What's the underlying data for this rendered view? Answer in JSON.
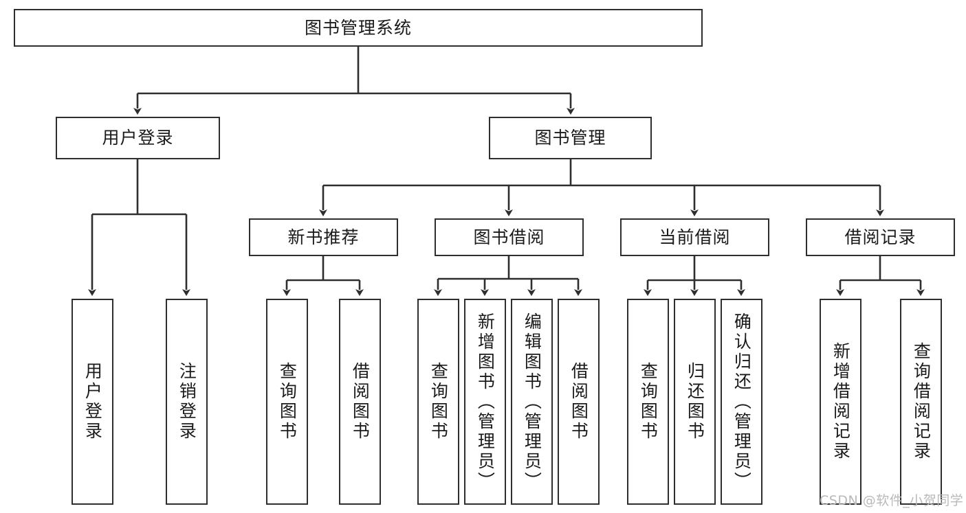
{
  "diagram": {
    "type": "tree",
    "title": "图书管理系统",
    "orientation": "top-down",
    "colors": {
      "box_border": "#2e2e2e",
      "box_fill": "#ffffff",
      "connector": "#2e2e2e",
      "text": "#1a1a1a",
      "watermark": "#b9b9b9"
    },
    "root": {
      "id": "root",
      "label": "图书管理系统"
    },
    "level2": [
      {
        "id": "user-login",
        "label": "用户登录"
      },
      {
        "id": "book-manage",
        "label": "图书管理"
      }
    ],
    "level3": [
      {
        "id": "new-book-rec",
        "label": "新书推荐",
        "parent": "book-manage"
      },
      {
        "id": "book-borrow",
        "label": "图书借阅",
        "parent": "book-manage"
      },
      {
        "id": "current-borrow",
        "label": "当前借阅",
        "parent": "book-manage"
      },
      {
        "id": "borrow-record",
        "label": "借阅记录",
        "parent": "book-manage"
      }
    ],
    "leaves": [
      {
        "id": "leaf-user-login",
        "label": "用户登录",
        "parent": "user-login"
      },
      {
        "id": "leaf-logout",
        "label": "注销登录",
        "parent": "user-login"
      },
      {
        "id": "leaf-query-book-1",
        "label": "查询图书",
        "parent": "new-book-rec"
      },
      {
        "id": "leaf-borrow-book-1",
        "label": "借阅图书",
        "parent": "new-book-rec"
      },
      {
        "id": "leaf-query-book-2",
        "label": "查询图书",
        "parent": "book-borrow"
      },
      {
        "id": "leaf-add-book",
        "label": "新增图书（管理员）",
        "parent": "book-borrow"
      },
      {
        "id": "leaf-edit-book",
        "label": "编辑图书（管理员）",
        "parent": "book-borrow"
      },
      {
        "id": "leaf-borrow-book-2",
        "label": "借阅图书",
        "parent": "book-borrow"
      },
      {
        "id": "leaf-query-book-3",
        "label": "查询图书",
        "parent": "current-borrow"
      },
      {
        "id": "leaf-return-book",
        "label": "归还图书",
        "parent": "current-borrow"
      },
      {
        "id": "leaf-confirm-return",
        "label": "确认归还（管理员）",
        "parent": "current-borrow"
      },
      {
        "id": "leaf-add-record",
        "label": "新增借阅记录",
        "parent": "borrow-record"
      },
      {
        "id": "leaf-query-record",
        "label": "查询借阅记录",
        "parent": "borrow-record"
      }
    ]
  },
  "watermark": {
    "text": "CSDN @软件_小贺同学"
  }
}
